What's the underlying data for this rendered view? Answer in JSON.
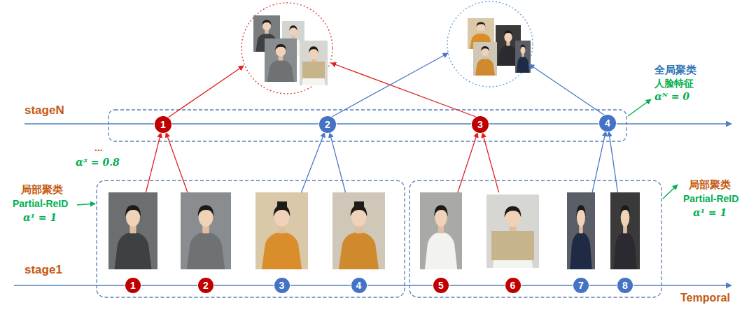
{
  "diagram": {
    "nodes": [
      {
        "text": [
          "1"
        ]
      },
      {
        "text": [
          "2"
        ]
      },
      {
        "text": [
          "3"
        ]
      },
      {
        "text": [
          "4"
        ]
      },
      {
        "text": [
          "1"
        ]
      },
      {
        "text": [
          "2"
        ]
      },
      {
        "text": [
          "3"
        ]
      },
      {
        "text": [
          "4"
        ]
      },
      {
        "text": [
          "5"
        ]
      },
      {
        "text": [
          "6"
        ]
      },
      {
        "text": [
          "7"
        ]
      },
      {
        "text": [
          "8"
        ]
      }
    ],
    "edges": [
      {
        "from": 4,
        "to": 0,
        "arrow": "to"
      },
      {
        "from": 5,
        "to": 0,
        "arrow": "to"
      },
      {
        "from": 6,
        "to": 1,
        "arrow": "to"
      },
      {
        "from": 7,
        "to": 1,
        "arrow": "to"
      },
      {
        "from": 8,
        "to": 2,
        "arrow": "to"
      },
      {
        "from": 9,
        "to": 2,
        "arrow": "to"
      },
      {
        "from": 10,
        "to": 3,
        "arrow": "to"
      },
      {
        "from": 11,
        "to": 3,
        "arrow": "to"
      }
    ],
    "labels": [
      "stageN",
      "全局聚类",
      "人脸特征",
      "αᴺ = 0",
      "...",
      "α² = 0.8",
      "局部聚类",
      "Partial-ReID",
      "α¹ = 1",
      "局部聚类",
      "Partial-ReID",
      "α¹ = 1",
      "stage1",
      "Temporal"
    ]
  }
}
